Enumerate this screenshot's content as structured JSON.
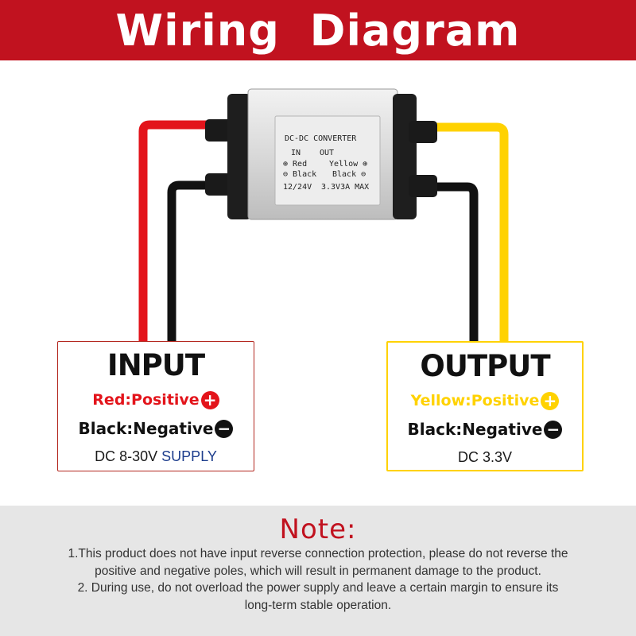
{
  "header": {
    "title": "Wiring Diagram"
  },
  "converter": {
    "label_title": "DC-DC CONVERTER",
    "in": "IN",
    "out": "OUT",
    "row1_left": "⊕ Red",
    "row1_right": "Yellow ⊕",
    "row2_left": "⊖ Black",
    "row2_right": "Black ⊖",
    "row3_left": "12/24V",
    "row3_right": "3.3V3A MAX"
  },
  "input": {
    "title": "INPUT",
    "positive": "Red:Positive",
    "negative": "Black:Negative",
    "supply_prefix": "DC 8-30V",
    "supply_word": "SUPPLY"
  },
  "output": {
    "title": "OUTPUT",
    "positive": "Yellow:Positive",
    "negative": "Black:Negative",
    "voltage": "DC 3.3V"
  },
  "note": {
    "title": "Note:",
    "line1": "1.This product does not have input reverse connection protection, please do not reverse the",
    "line2": "positive and negative poles, which will result in permanent damage to the product.",
    "line3": "2. During use, do not overload the power supply and leave a certain margin to ensure its",
    "line4": "long-term stable operation."
  },
  "colors": {
    "header": "#c1121f",
    "red_wire": "#e3141b",
    "yellow_wire": "#ffd200",
    "black_wire": "#111111",
    "supply_blue": "#1c3c8c",
    "note_bg": "#e6e6e6"
  }
}
